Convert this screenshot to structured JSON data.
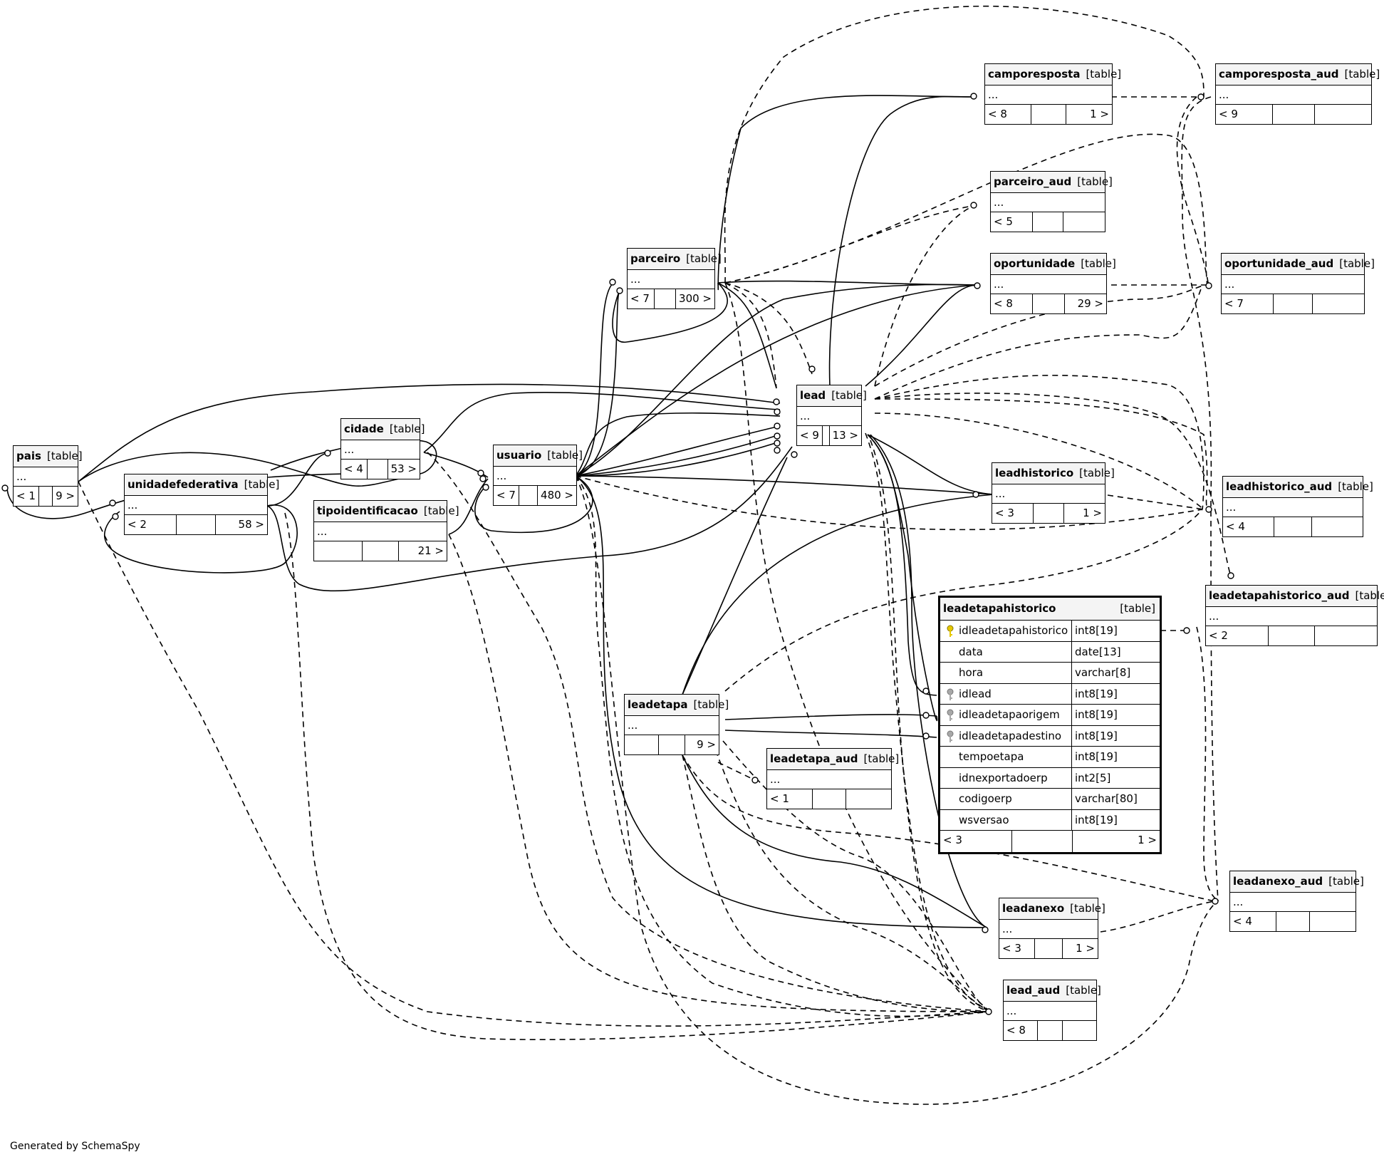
{
  "tables": {
    "pais": {
      "name": "pais",
      "tag": "[table]",
      "dots": "...",
      "foot": [
        "< 1",
        "",
        "9 >"
      ]
    },
    "unidadefederativa": {
      "name": "unidadefederativa",
      "tag": "[table]",
      "dots": "...",
      "foot": [
        "< 2",
        "",
        "58 >"
      ]
    },
    "cidade": {
      "name": "cidade",
      "tag": "[table]",
      "dots": "...",
      "foot": [
        "< 4",
        "",
        "53 >"
      ]
    },
    "tipoidentificacao": {
      "name": "tipoidentificacao",
      "tag": "[table]",
      "dots": "...",
      "foot": [
        "",
        "",
        "21 >"
      ]
    },
    "usuario": {
      "name": "usuario",
      "tag": "[table]",
      "dots": "...",
      "foot": [
        "< 7",
        "",
        "480 >"
      ]
    },
    "parceiro": {
      "name": "parceiro",
      "tag": "[table]",
      "dots": "...",
      "foot": [
        "< 7",
        "",
        "300 >"
      ]
    },
    "lead": {
      "name": "lead",
      "tag": "[table]",
      "dots": "...",
      "foot": [
        "< 9",
        "",
        "13 >"
      ]
    },
    "camporesposta": {
      "name": "camporesposta",
      "tag": "[table]",
      "dots": "...",
      "foot": [
        "< 8",
        "",
        "1 >"
      ]
    },
    "camporesposta_aud": {
      "name": "camporesposta_aud",
      "tag": "[table]",
      "dots": "...",
      "foot": [
        "< 9",
        "",
        ""
      ]
    },
    "parceiro_aud": {
      "name": "parceiro_aud",
      "tag": "[table]",
      "dots": "...",
      "foot": [
        "< 5",
        "",
        ""
      ]
    },
    "oportunidade": {
      "name": "oportunidade",
      "tag": "[table]",
      "dots": "...",
      "foot": [
        "< 8",
        "",
        "29 >"
      ]
    },
    "oportunidade_aud": {
      "name": "oportunidade_aud",
      "tag": "[table]",
      "dots": "...",
      "foot": [
        "< 7",
        "",
        ""
      ]
    },
    "leadhistorico": {
      "name": "leadhistorico",
      "tag": "[table]",
      "dots": "...",
      "foot": [
        "< 3",
        "",
        "1 >"
      ]
    },
    "leadhistorico_aud": {
      "name": "leadhistorico_aud",
      "tag": "[table]",
      "dots": "...",
      "foot": [
        "< 4",
        "",
        ""
      ]
    },
    "leadetapahistorico_aud": {
      "name": "leadetapahistorico_aud",
      "tag": "[table]",
      "dots": "...",
      "foot": [
        "< 2",
        "",
        ""
      ]
    },
    "leadetapa": {
      "name": "leadetapa",
      "tag": "[table]",
      "dots": "...",
      "foot": [
        "",
        "",
        "9 >"
      ]
    },
    "leadetapa_aud": {
      "name": "leadetapa_aud",
      "tag": "[table]",
      "dots": "...",
      "foot": [
        "< 1",
        "",
        ""
      ]
    },
    "leadanexo": {
      "name": "leadanexo",
      "tag": "[table]",
      "dots": "...",
      "foot": [
        "< 3",
        "",
        "1 >"
      ]
    },
    "leadanexo_aud": {
      "name": "leadanexo_aud",
      "tag": "[table]",
      "dots": "...",
      "foot": [
        "< 4",
        "",
        ""
      ]
    },
    "lead_aud": {
      "name": "lead_aud",
      "tag": "[table]",
      "dots": "...",
      "foot": [
        "< 8",
        "",
        ""
      ]
    }
  },
  "focus_table": {
    "name": "leadetapahistorico",
    "tag": "[table]",
    "columns": [
      {
        "name": "idleadetapahistorico",
        "type": "int8[19]",
        "key": "primary-key"
      },
      {
        "name": "data",
        "type": "date[13]",
        "key": ""
      },
      {
        "name": "hora",
        "type": "varchar[8]",
        "key": ""
      },
      {
        "name": "idlead",
        "type": "int8[19]",
        "key": "foreign-key"
      },
      {
        "name": "idleadetapaorigem",
        "type": "int8[19]",
        "key": "foreign-key"
      },
      {
        "name": "idleadetapadestino",
        "type": "int8[19]",
        "key": "foreign-key"
      },
      {
        "name": "tempoetapa",
        "type": "int8[19]",
        "key": ""
      },
      {
        "name": "idnexportadoerp",
        "type": "int2[5]",
        "key": ""
      },
      {
        "name": "codigoerp",
        "type": "varchar[80]",
        "key": ""
      },
      {
        "name": "wsversao",
        "type": "int8[19]",
        "key": ""
      }
    ],
    "foot": [
      "< 3",
      "",
      "1 >"
    ]
  },
  "colors": {
    "primary_key": "#e6c800",
    "foreign_key": "#a8a8a8",
    "line": "#000000"
  },
  "credit": "Generated by SchemaSpy"
}
